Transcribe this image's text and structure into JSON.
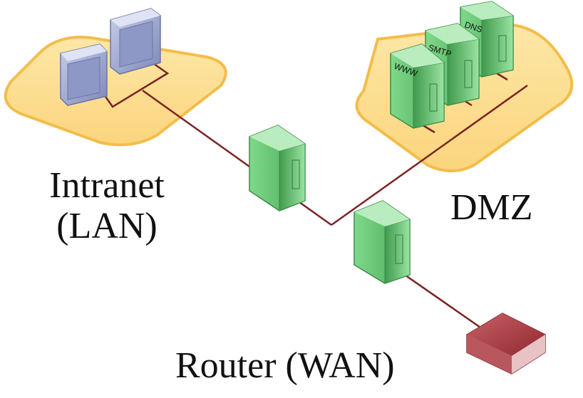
{
  "zones": {
    "intranet": {
      "line1": "Intranet",
      "line2": "(LAN)"
    },
    "dmz": {
      "label": "DMZ"
    },
    "router": {
      "label": "Router (WAN)"
    }
  },
  "servers": {
    "www": "WWW",
    "smtp": "SMTP",
    "dns": "DNS"
  },
  "colors": {
    "zone_fill": "#fcd98a",
    "zone_edge": "#f5c04e",
    "link": "#7a2222",
    "firewall": "#5fbf6a",
    "workstation": "#a9b3d6",
    "router": "#a8333a"
  }
}
